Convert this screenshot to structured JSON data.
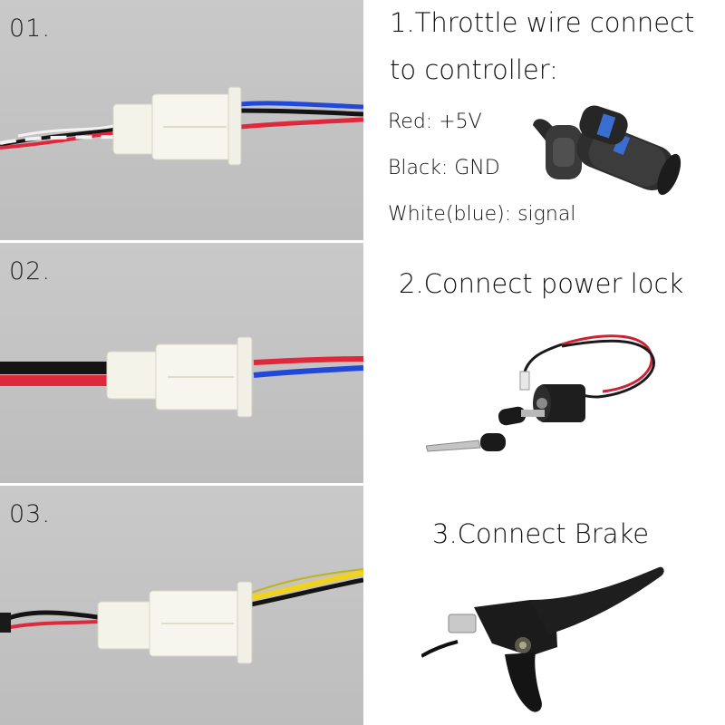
{
  "steps": [
    {
      "panel_label": "01.",
      "heading_line1": "1.Throttle wire connect",
      "heading_line2": "to controller:",
      "specs": [
        "Red: +5V",
        "Black: GND",
        "White(blue): signal"
      ]
    },
    {
      "panel_label": "02.",
      "heading_line1": "2.Connect power lock"
    },
    {
      "panel_label": "03.",
      "heading_line1": "3.Connect Brake"
    }
  ],
  "wire_colors": {
    "red": "#e0283c",
    "black": "#141414",
    "blue": "#2248d8",
    "white": "#f2f2f2",
    "yellow": "#f2d21a",
    "connector": "#f4f3ea"
  },
  "icons": [
    "throttle-grip-icon",
    "key-lock-icon",
    "brake-lever-icon"
  ]
}
